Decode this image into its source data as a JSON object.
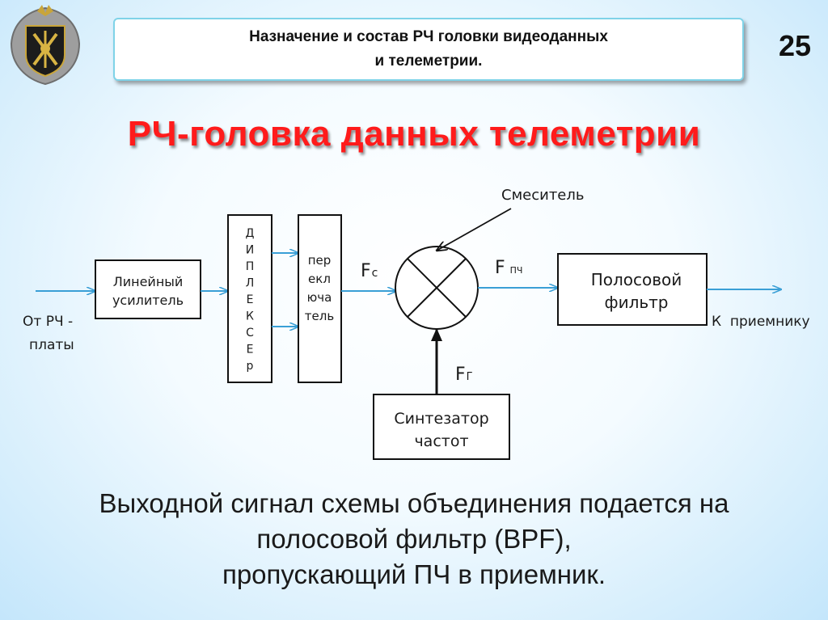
{
  "header": {
    "title": "Назначение и состав РЧ головки видеоданных\nи телеметрии.",
    "slide_number": "25"
  },
  "main_title": "РЧ-головка данных телеметрии",
  "diagram": {
    "input_label_line1": "От РЧ -",
    "input_label_line2": "платы",
    "amplifier_line1": "Линейный",
    "amplifier_line2": "усилитель",
    "diplexer_letters": [
      "Д",
      "И",
      "П",
      "Л",
      "Е",
      "К",
      "С",
      "Е",
      "р"
    ],
    "switch_lines": [
      "пер",
      "екл",
      "юча",
      "тель"
    ],
    "fc_main": "F",
    "fc_sub": "с",
    "mixer_label": "Смеситель",
    "fif_main": "F",
    "fif_sub": "ПЧ",
    "filter_line1": "Полосовой",
    "filter_line2": "фильтр",
    "output_label": "К  приемнику",
    "fg_main": "F",
    "fg_sub": "Г",
    "synth_line1": "Синтезатор",
    "synth_line2": "частот"
  },
  "caption": "Выходной сигнал схемы объединения подается на\nполосовой фильтр (BPF),\nпропускающий ПЧ в приемник.",
  "colors": {
    "title_red": "#ff1b1b",
    "arrow_blue": "#3a9fd6",
    "header_border": "#7fd3e8"
  }
}
